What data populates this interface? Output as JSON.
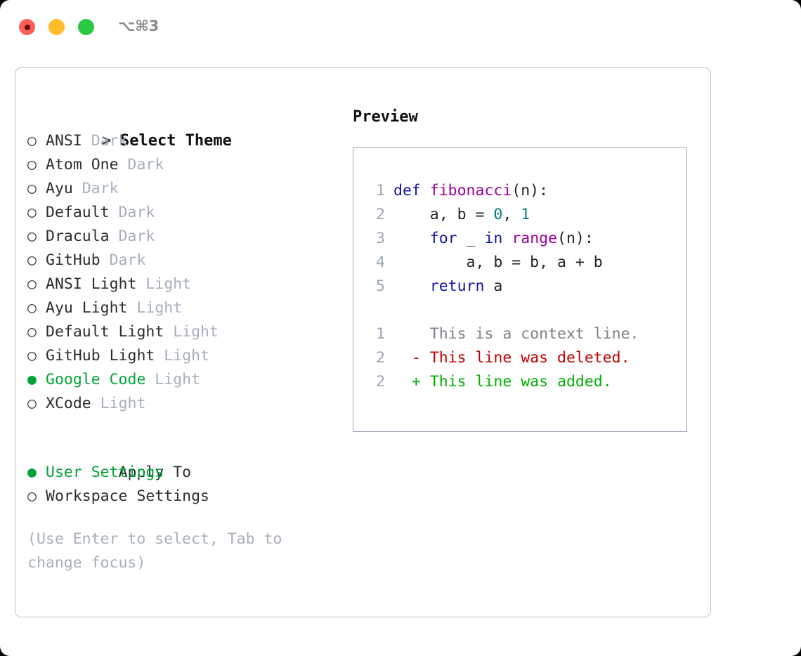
{
  "window": {
    "shortcut_title": "⌥⌘3",
    "traffic_lights": [
      "close-red",
      "minimize-yellow",
      "maximize-green"
    ]
  },
  "theme_picker": {
    "heading": "Select Theme",
    "heading_marker": ">",
    "marker_unselected": "○",
    "marker_selected": "●",
    "items": [
      {
        "label": "ANSI",
        "variant": "Dark",
        "selected": false
      },
      {
        "label": "Atom One",
        "variant": "Dark",
        "selected": false
      },
      {
        "label": "Ayu",
        "variant": "Dark",
        "selected": false
      },
      {
        "label": "Default",
        "variant": "Dark",
        "selected": false
      },
      {
        "label": "Dracula",
        "variant": "Dark",
        "selected": false
      },
      {
        "label": "GitHub",
        "variant": "Dark",
        "selected": false
      },
      {
        "label": "ANSI Light",
        "variant": "Light",
        "selected": false
      },
      {
        "label": "Ayu Light",
        "variant": "Light",
        "selected": false
      },
      {
        "label": "Default Light",
        "variant": "Light",
        "selected": false
      },
      {
        "label": "GitHub Light",
        "variant": "Light",
        "selected": false
      },
      {
        "label": "Google Code",
        "variant": "Light",
        "selected": true
      },
      {
        "label": "XCode",
        "variant": "Light",
        "selected": false
      }
    ]
  },
  "apply_to": {
    "heading": "Apply To",
    "items": [
      {
        "label": "User Settings",
        "selected": true
      },
      {
        "label": "Workspace Settings",
        "selected": false
      }
    ]
  },
  "hint": "(Use Enter to select, Tab to change focus)",
  "preview": {
    "title": "Preview",
    "code_lines": [
      {
        "num": "1",
        "tokens": [
          {
            "t": "def ",
            "c": "kw"
          },
          {
            "t": "fibonacci",
            "c": "fn"
          },
          {
            "t": "(n):",
            "c": "pl"
          }
        ]
      },
      {
        "num": "2",
        "tokens": [
          {
            "t": "    a, b = ",
            "c": "pl"
          },
          {
            "t": "0",
            "c": "num"
          },
          {
            "t": ", ",
            "c": "pl"
          },
          {
            "t": "1",
            "c": "num"
          }
        ]
      },
      {
        "num": "3",
        "tokens": [
          {
            "t": "    ",
            "c": "pl"
          },
          {
            "t": "for",
            "c": "kw"
          },
          {
            "t": " _ ",
            "c": "pl"
          },
          {
            "t": "in",
            "c": "kw"
          },
          {
            "t": " ",
            "c": "pl"
          },
          {
            "t": "range",
            "c": "fn"
          },
          {
            "t": "(n):",
            "c": "pl"
          }
        ]
      },
      {
        "num": "4",
        "tokens": [
          {
            "t": "        a, b = b, a + b",
            "c": "pl"
          }
        ]
      },
      {
        "num": "5",
        "tokens": [
          {
            "t": "    ",
            "c": "pl"
          },
          {
            "t": "return",
            "c": "kw"
          },
          {
            "t": " a",
            "c": "pl"
          }
        ]
      }
    ],
    "diff_lines": [
      {
        "num": "1",
        "sign": " ",
        "text": "This is a context line.",
        "kind": "ctx"
      },
      {
        "num": "2",
        "sign": "-",
        "text": "This line was deleted.",
        "kind": "del"
      },
      {
        "num": "2",
        "sign": "+",
        "text": "This line was added.",
        "kind": "add"
      }
    ]
  },
  "colors": {
    "accent_green": "#00a436",
    "muted": "#a7afbd",
    "keyword": "#1414a8",
    "function": "#990099",
    "number": "#007d7d",
    "diff_added": "#00b000",
    "diff_deleted": "#c00000",
    "panel_border": "#bcc3cf",
    "preview_border": "#9aa5b5"
  }
}
